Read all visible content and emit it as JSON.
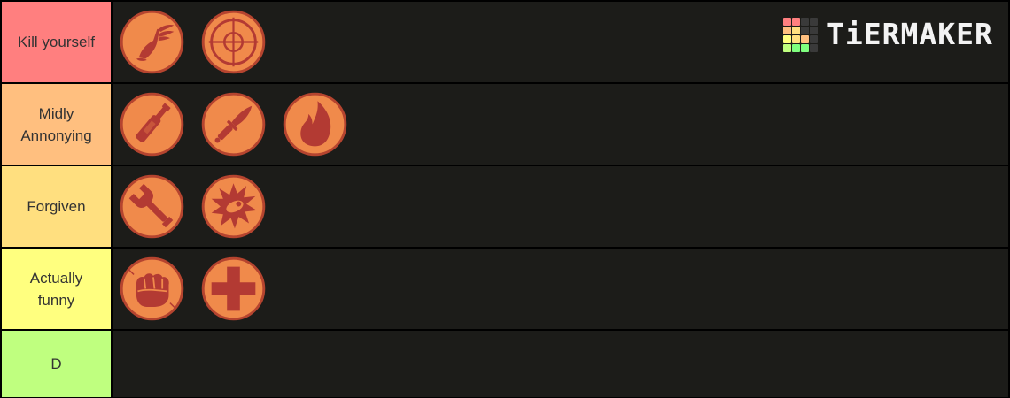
{
  "brand": {
    "logo_text": "TiERMAKER",
    "grid_colors": [
      "#ff7f7f",
      "#ff7f7f",
      "#3a3a3a",
      "#3a3a3a",
      "#ffbf7f",
      "#ffdf7f",
      "#3a3a3a",
      "#3a3a3a",
      "#ffff7f",
      "#ffdf7f",
      "#ffbf7f",
      "#3a3a3a",
      "#bfff7f",
      "#7fff7f",
      "#7fff7f",
      "#3a3a3a"
    ]
  },
  "tiers": [
    {
      "label": "Kill yourself",
      "color": "#ff7f7f",
      "items": [
        {
          "icon": "scout-winged-shoe-icon"
        },
        {
          "icon": "sniper-crosshair-icon"
        }
      ]
    },
    {
      "label": "Midly\nAnnonying",
      "color": "#ffbf7f",
      "items": [
        {
          "icon": "demoman-bottle-icon"
        },
        {
          "icon": "spy-knife-icon"
        },
        {
          "icon": "pyro-flame-icon"
        }
      ]
    },
    {
      "label": "Forgiven",
      "color": "#ffdf7f",
      "items": [
        {
          "icon": "engineer-wrench-icon"
        },
        {
          "icon": "soldier-explosion-icon"
        }
      ]
    },
    {
      "label": "Actually\nfunny",
      "color": "#ffff7f",
      "items": [
        {
          "icon": "heavy-fist-icon"
        },
        {
          "icon": "medic-cross-icon"
        }
      ]
    },
    {
      "label": "D",
      "color": "#bfff7f",
      "items": []
    }
  ]
}
